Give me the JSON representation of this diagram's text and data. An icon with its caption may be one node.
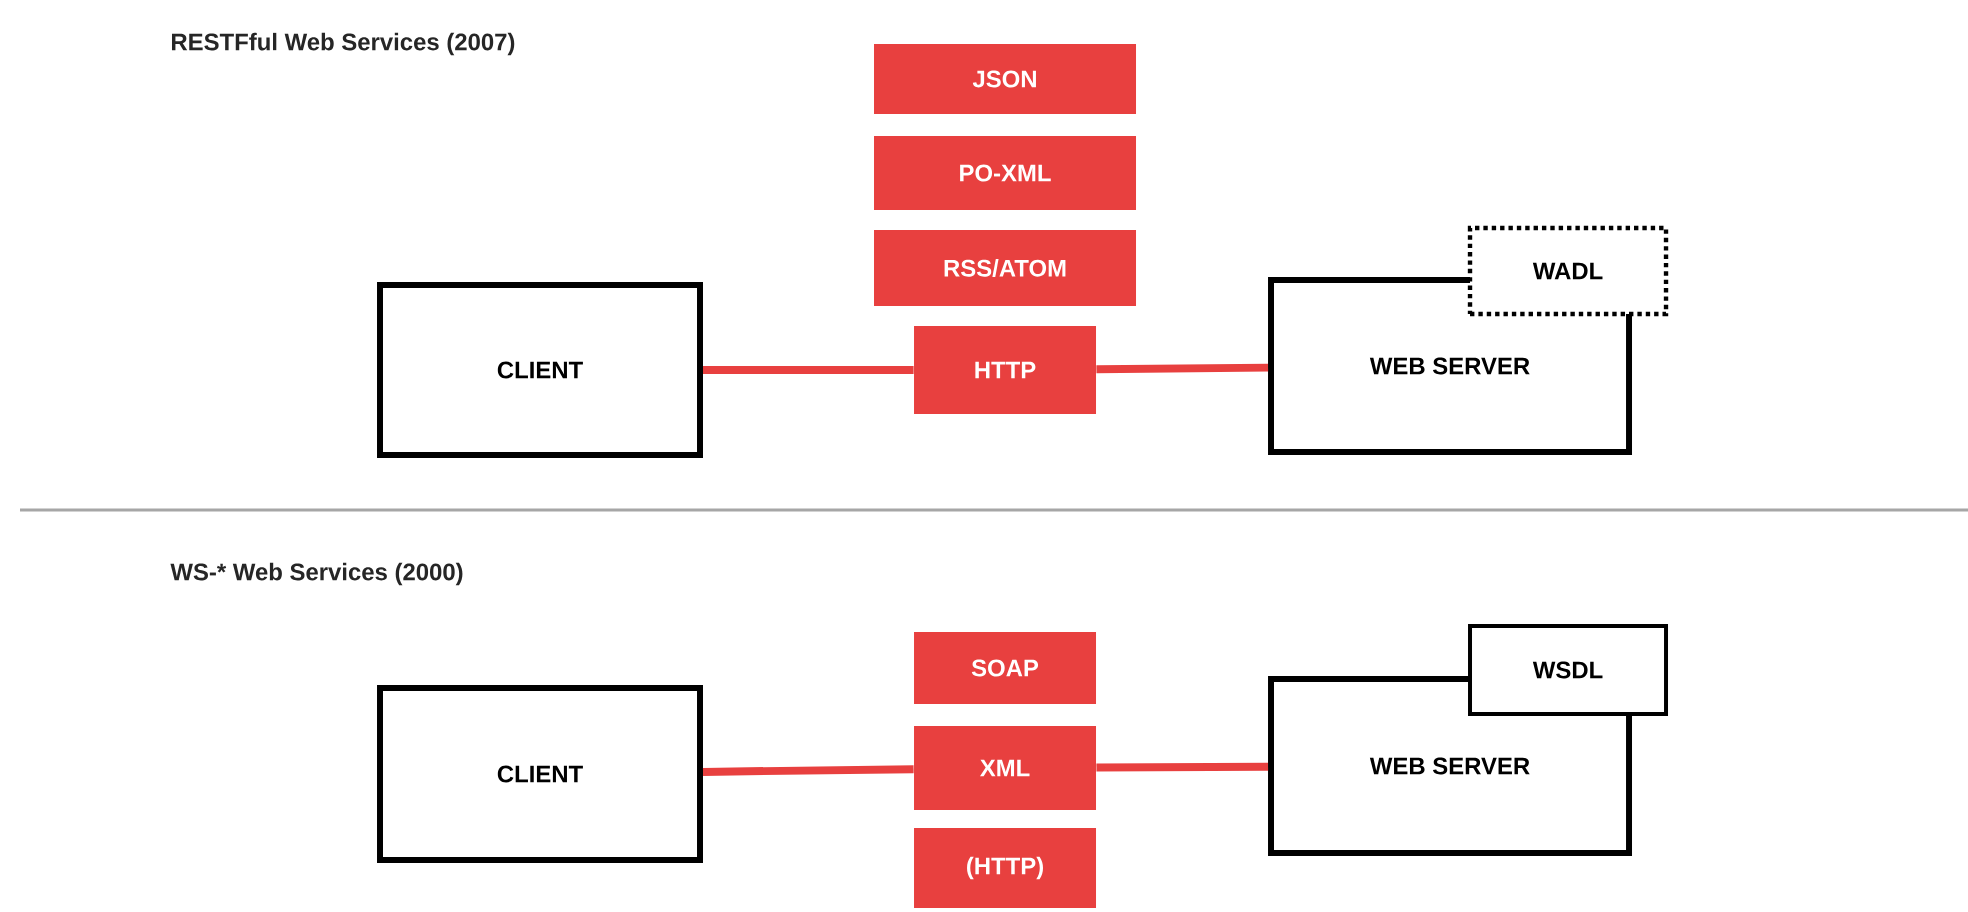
{
  "diagram": {
    "nodes": [
      {
        "text": [
          "JSON"
        ]
      },
      {
        "text": [
          "PO-XML"
        ]
      },
      {
        "text": [
          "RSS/ATOM"
        ]
      },
      {
        "text": [
          "HTTP"
        ]
      },
      {
        "text": [
          "CLIENT"
        ]
      },
      {
        "text": [
          "WEB SERVER"
        ]
      },
      {
        "text": [
          "WADL"
        ]
      },
      {
        "text": [
          "SOAP"
        ]
      },
      {
        "text": [
          "XML"
        ]
      },
      {
        "text": [
          "(HTTP)"
        ]
      },
      {
        "text": [
          "CLIENT"
        ]
      },
      {
        "text": [
          "WEB SERVER"
        ]
      },
      {
        "text": [
          "WSDL"
        ]
      }
    ],
    "edges": [
      {
        "from": 4,
        "to": 3,
        "arrow": "none"
      },
      {
        "from": 3,
        "to": 5,
        "arrow": "none"
      },
      {
        "from": 10,
        "to": 8,
        "arrow": "none"
      },
      {
        "from": 8,
        "to": 11,
        "arrow": "none"
      }
    ],
    "labels": [
      "RESTFful Web Services (2007)",
      "WS-* Web Services (2000)"
    ]
  }
}
